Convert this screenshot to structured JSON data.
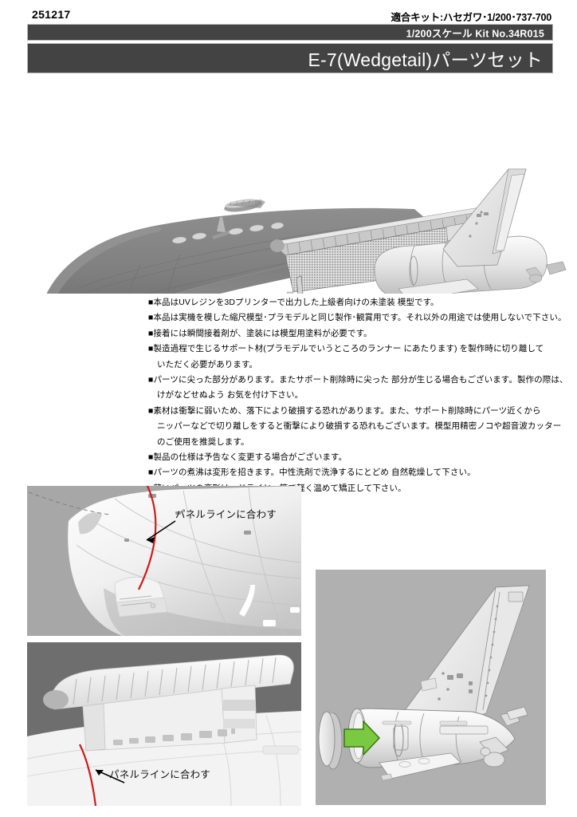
{
  "header": {
    "doc_code": "251217",
    "kit_compat": "適合キット:ハセガワ･1/200･737-700",
    "scale_bar": "1/200スケール  Kit No.34R015",
    "title": "E-7(Wedgetail)パーツセット",
    "bar_color": "#434343",
    "bar_text_color": "#ffffff"
  },
  "hero": {
    "alt": "E-7 Wedgetail 3D resin parts render — fuselage with dorsal MESA radar array and tail section"
  },
  "notes": [
    {
      "text": "■本品はUVレジンを3Dプリンターで出力した上級者向けの未塗装 模型です。",
      "indent": false
    },
    {
      "text": "■本品は実機を模した縮尺模型･プラモデルと同じ製作･観賞用です。それ以外の用途では使用しないで下さい。",
      "indent": false
    },
    {
      "text": "■接着には瞬間接着剤が、塗装には模型用塗料が必要です。",
      "indent": false
    },
    {
      "text": "■製造過程で生じるサポート材(プラモデルでいうところのランナー にあたります)  を製作時に切り離して",
      "indent": false
    },
    {
      "text": "いただく必要があります。",
      "indent": true
    },
    {
      "text": "■パーツに尖った部分があります。またサポート削除時に尖った 部分が生じる場合もございます。製作の際は、",
      "indent": false
    },
    {
      "text": "けがなどせぬよう お気を付け下さい。",
      "indent": true
    },
    {
      "text": "■素材は衝撃に弱いため、落下により破損する恐れがあります。また、サポート削除時にパーツ近くから",
      "indent": false
    },
    {
      "text": "ニッパーなどで切り離しをすると衝撃により破損する恐れもございます。模型用精密ノコや超音波カッター",
      "indent": true
    },
    {
      "text": "のご使用を推奨します。",
      "indent": true
    },
    {
      "text": "■製品の仕様は予告なく変更する場合がございます。",
      "indent": false
    },
    {
      "text": "■パーツの煮沸は変形を招きます。中性洗剤で洗浄するにとどめ  自然乾燥して下さい。",
      "indent": false
    },
    {
      "text": "■薄いパーツの変形は、ドライヤー等で軽く温めて矯正して下さい。",
      "indent": false
    }
  ],
  "panels": {
    "nose": {
      "callout": "パネルラインに合わす",
      "background": "#a7a7a7",
      "guide_line_color": "#d11a1a"
    },
    "radome": {
      "callout": "パネルラインに合わす",
      "background": "#6e6e6e",
      "guide_line_color": "#d11a1a"
    },
    "tail": {
      "background": "#b0b0b0",
      "arrow_color": "#7ac943",
      "arrow_outline": "#3a7a10"
    }
  }
}
